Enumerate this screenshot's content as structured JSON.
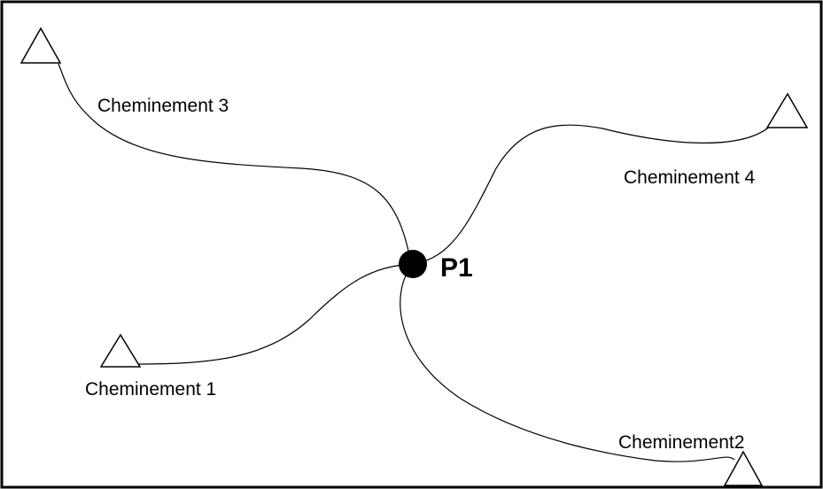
{
  "diagram": {
    "traverses": [
      {
        "id": "traverse-1",
        "label": "Cheminement 1"
      },
      {
        "id": "traverse-2",
        "label": "Cheminement2"
      },
      {
        "id": "traverse-3",
        "label": "Cheminement 3"
      },
      {
        "id": "traverse-4",
        "label": "Cheminement 4"
      }
    ],
    "junction": {
      "label": "P1"
    },
    "colors": {
      "line": "#000000",
      "background": "#ffffff"
    },
    "icons": {
      "station": "triangle-station-icon",
      "junction": "filled-circle-node-icon"
    }
  }
}
